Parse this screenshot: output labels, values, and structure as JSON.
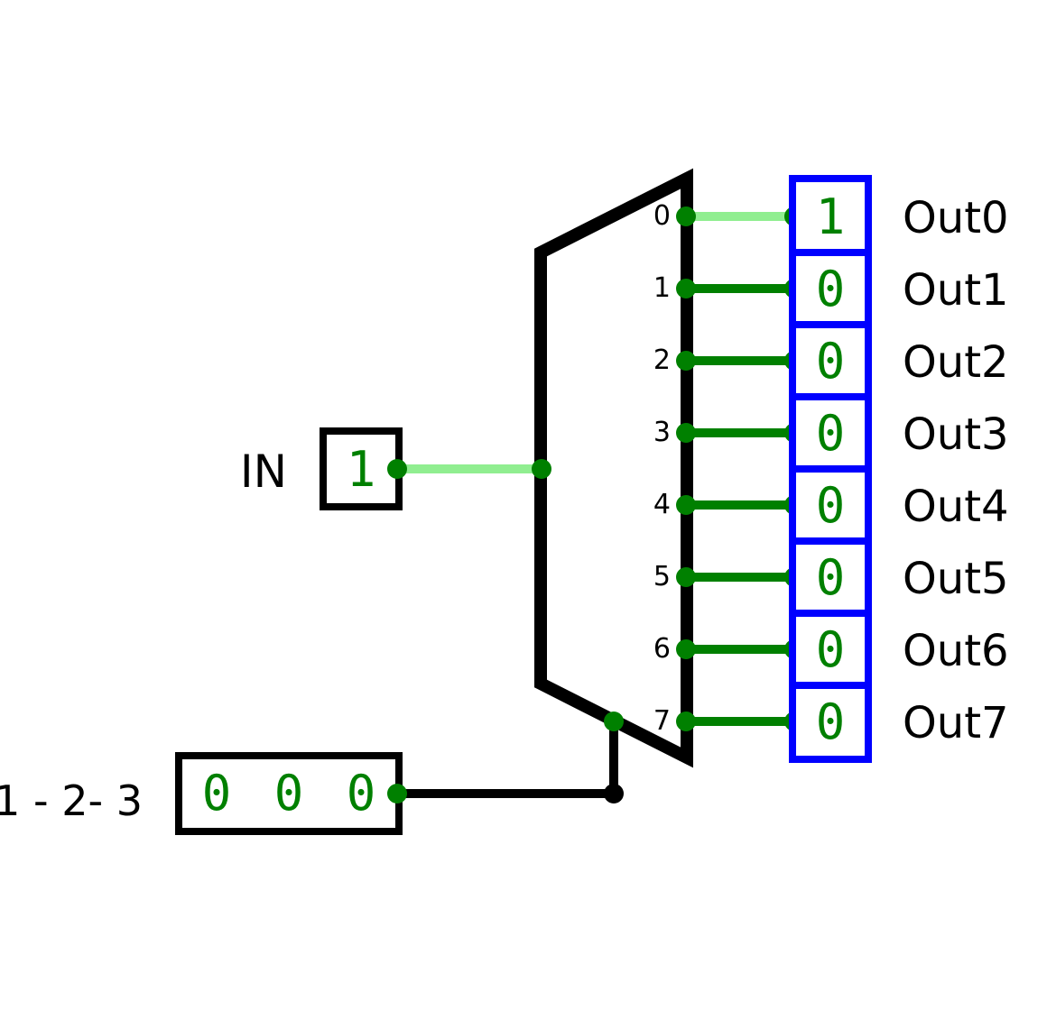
{
  "colors": {
    "background": "#ffffff",
    "outline": "#000000",
    "output_border": "#0000ff",
    "value_text": "#008000",
    "wire_high": "#90ee90",
    "wire_low": "#008000",
    "wire_select": "#000000",
    "pin_dot": "#008000"
  },
  "input": {
    "label": "IN",
    "value": "1"
  },
  "select": {
    "label": "1 - 2- 3",
    "bits": [
      "0",
      "0",
      "0"
    ]
  },
  "demux": {
    "port_labels": [
      "0",
      "1",
      "2",
      "3",
      "4",
      "5",
      "6",
      "7"
    ]
  },
  "outputs": [
    {
      "label": "Out0",
      "value": "1",
      "active": true
    },
    {
      "label": "Out1",
      "value": "0",
      "active": false
    },
    {
      "label": "Out2",
      "value": "0",
      "active": false
    },
    {
      "label": "Out3",
      "value": "0",
      "active": false
    },
    {
      "label": "Out4",
      "value": "0",
      "active": false
    },
    {
      "label": "Out5",
      "value": "0",
      "active": false
    },
    {
      "label": "Out6",
      "value": "0",
      "active": false
    },
    {
      "label": "Out7",
      "value": "0",
      "active": false
    }
  ]
}
